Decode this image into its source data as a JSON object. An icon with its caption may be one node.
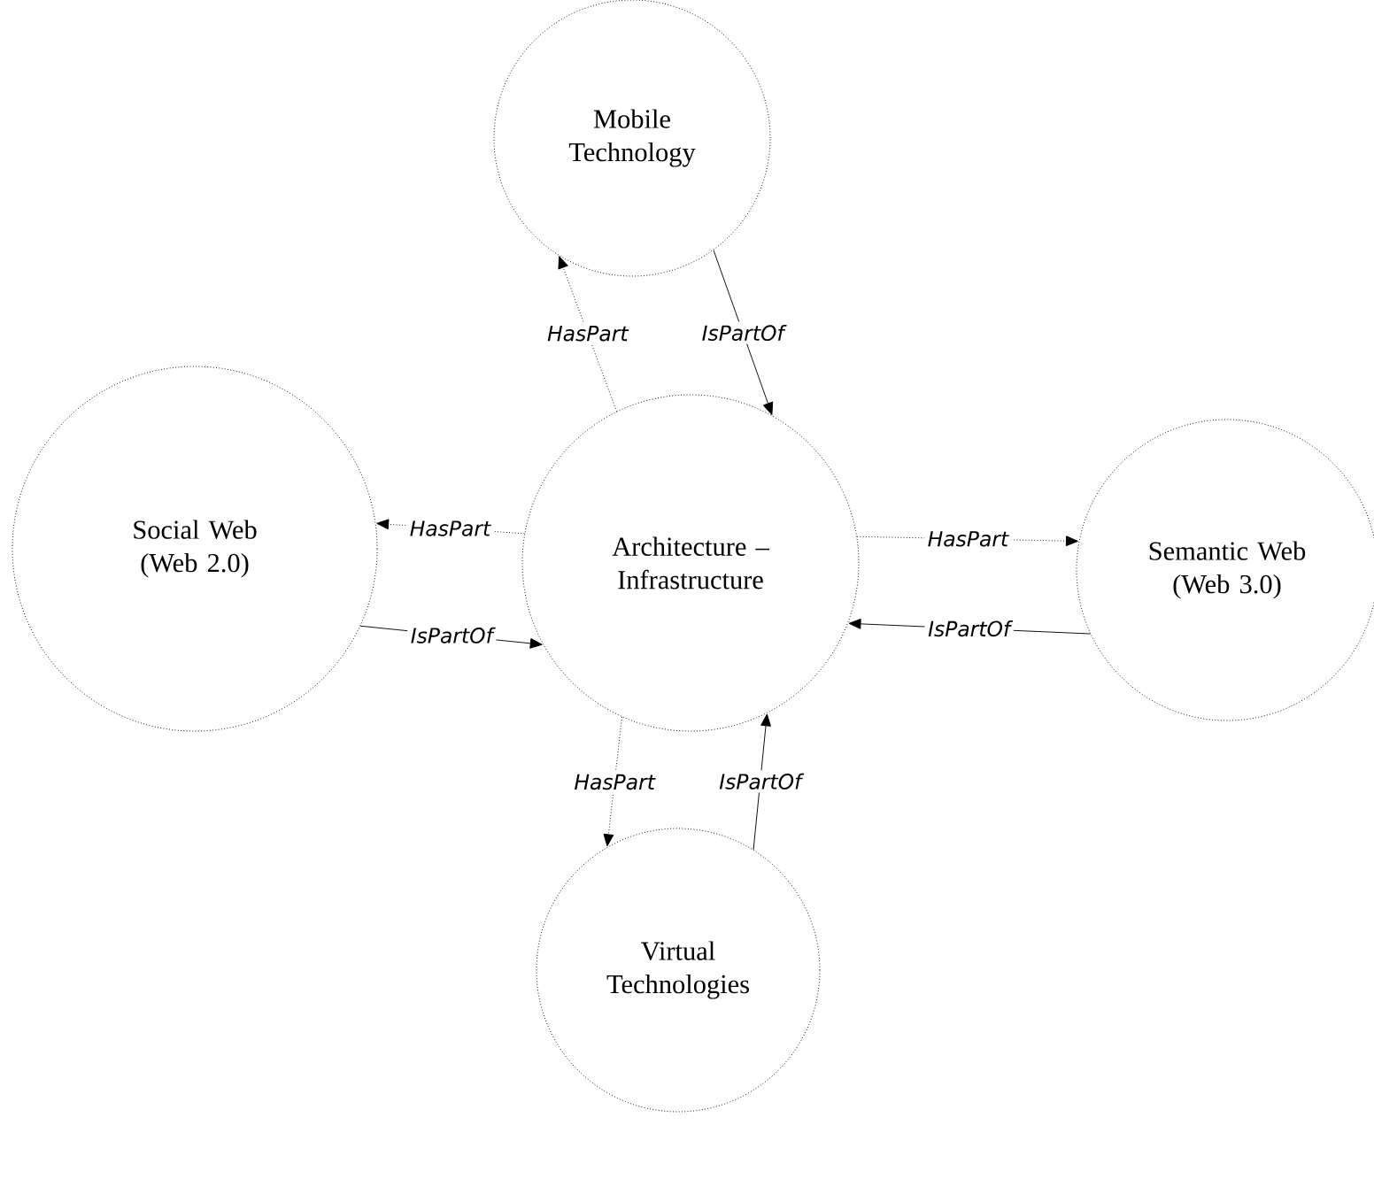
{
  "diagram": {
    "nodes": [
      {
        "text": [
          "Mobile Technology"
        ]
      },
      {
        "text": [
          "Social Web (Web 2.0)"
        ]
      },
      {
        "text": [
          "Architecture – Infrastructure"
        ]
      },
      {
        "text": [
          "Semantic Web (Web 3.0)"
        ]
      },
      {
        "text": [
          "Virtual Technologies"
        ]
      }
    ],
    "edges": [
      {
        "from": 2,
        "to": 0,
        "arrow": "to",
        "label": "HasPart",
        "style": "dashed"
      },
      {
        "from": 0,
        "to": 2,
        "arrow": "to",
        "label": "IsPartOf"
      },
      {
        "from": 2,
        "to": 1,
        "arrow": "to",
        "label": "HasPart",
        "style": "dashed"
      },
      {
        "from": 1,
        "to": 2,
        "arrow": "to",
        "label": "IsPartOf"
      },
      {
        "from": 2,
        "to": 3,
        "arrow": "to",
        "label": "HasPart",
        "style": "dashed"
      },
      {
        "from": 3,
        "to": 2,
        "arrow": "to",
        "label": "IsPartOf"
      },
      {
        "from": 2,
        "to": 4,
        "arrow": "to",
        "label": "HasPart",
        "style": "dashed"
      },
      {
        "from": 4,
        "to": 2,
        "arrow": "to",
        "label": "IsPartOf"
      }
    ]
  }
}
